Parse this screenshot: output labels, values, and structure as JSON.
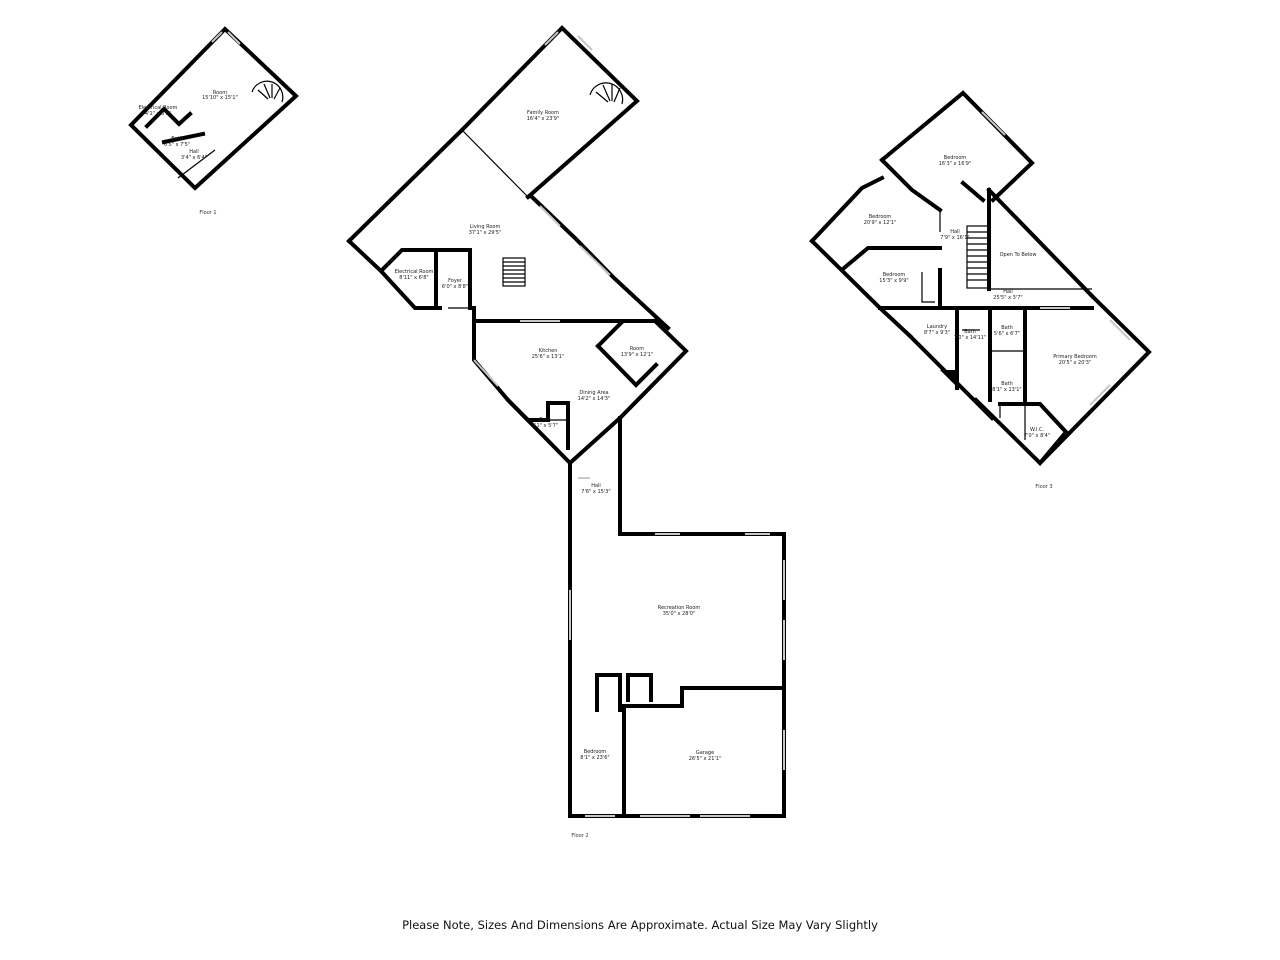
{
  "floors": [
    {
      "label": "Floor 1",
      "rooms": [
        {
          "name": "Room",
          "dims": "15'10\" x 15'1\""
        },
        {
          "name": "Electrical Room",
          "dims": "4'1\" x 6'9\""
        },
        {
          "name": "Bath",
          "dims": "6'5\" x 7'5\""
        },
        {
          "name": "Hall",
          "dims": "3'4\" x 6'4\""
        }
      ]
    },
    {
      "label": "Floor 2",
      "rooms": [
        {
          "name": "Family Room",
          "dims": "16'4\" x 23'9\""
        },
        {
          "name": "Living Room",
          "dims": "37'1\" x 29'5\""
        },
        {
          "name": "Electrical Room",
          "dims": "8'11\" x 6'8\""
        },
        {
          "name": "Foyer",
          "dims": "6'0\" x 8'8\""
        },
        {
          "name": "Kitchen",
          "dims": "25'6\" x 13'1\""
        },
        {
          "name": "Room",
          "dims": "13'9\" x 12'1\""
        },
        {
          "name": "Dining Area",
          "dims": "14'2\" x 14'3\""
        },
        {
          "name": "Bath",
          "dims": "9'1\" x 5'7\""
        },
        {
          "name": "Hall",
          "dims": "7'6\" x 15'3\""
        },
        {
          "name": "Recreation Room",
          "dims": "35'0\" x 28'0\""
        },
        {
          "name": "Bedroom",
          "dims": "8'1\" x 23'6\""
        },
        {
          "name": "Garage",
          "dims": "26'5\" x 21'1\""
        }
      ]
    },
    {
      "label": "Floor 3",
      "rooms": [
        {
          "name": "Bedroom",
          "dims": "16'3\" x 16'9\""
        },
        {
          "name": "Bedroom",
          "dims": "20'9\" x 12'1\""
        },
        {
          "name": "Hall",
          "dims": "7'9\" x 16'1\""
        },
        {
          "name": "Open To Below",
          "dims": ""
        },
        {
          "name": "Bedroom",
          "dims": "15'3\" x 9'9\""
        },
        {
          "name": "Hall",
          "dims": "25'5\" x 3'7\""
        },
        {
          "name": "Laundry",
          "dims": "8'7\" x 9'3\""
        },
        {
          "name": "Bath",
          "dims": "7'0\" x 14'11\""
        },
        {
          "name": "Bath",
          "dims": "5'6\" x 6'7\""
        },
        {
          "name": "Primary Bedroom",
          "dims": "20'5\" x 20'3\""
        },
        {
          "name": "Bath",
          "dims": "8'1\" x 13'1\""
        },
        {
          "name": "W.I.C.",
          "dims": "7'0\" x 8'4\""
        }
      ]
    }
  ],
  "note": "Please Note, Sizes And Dimensions Are Approximate. Actual Size May Vary Slightly"
}
